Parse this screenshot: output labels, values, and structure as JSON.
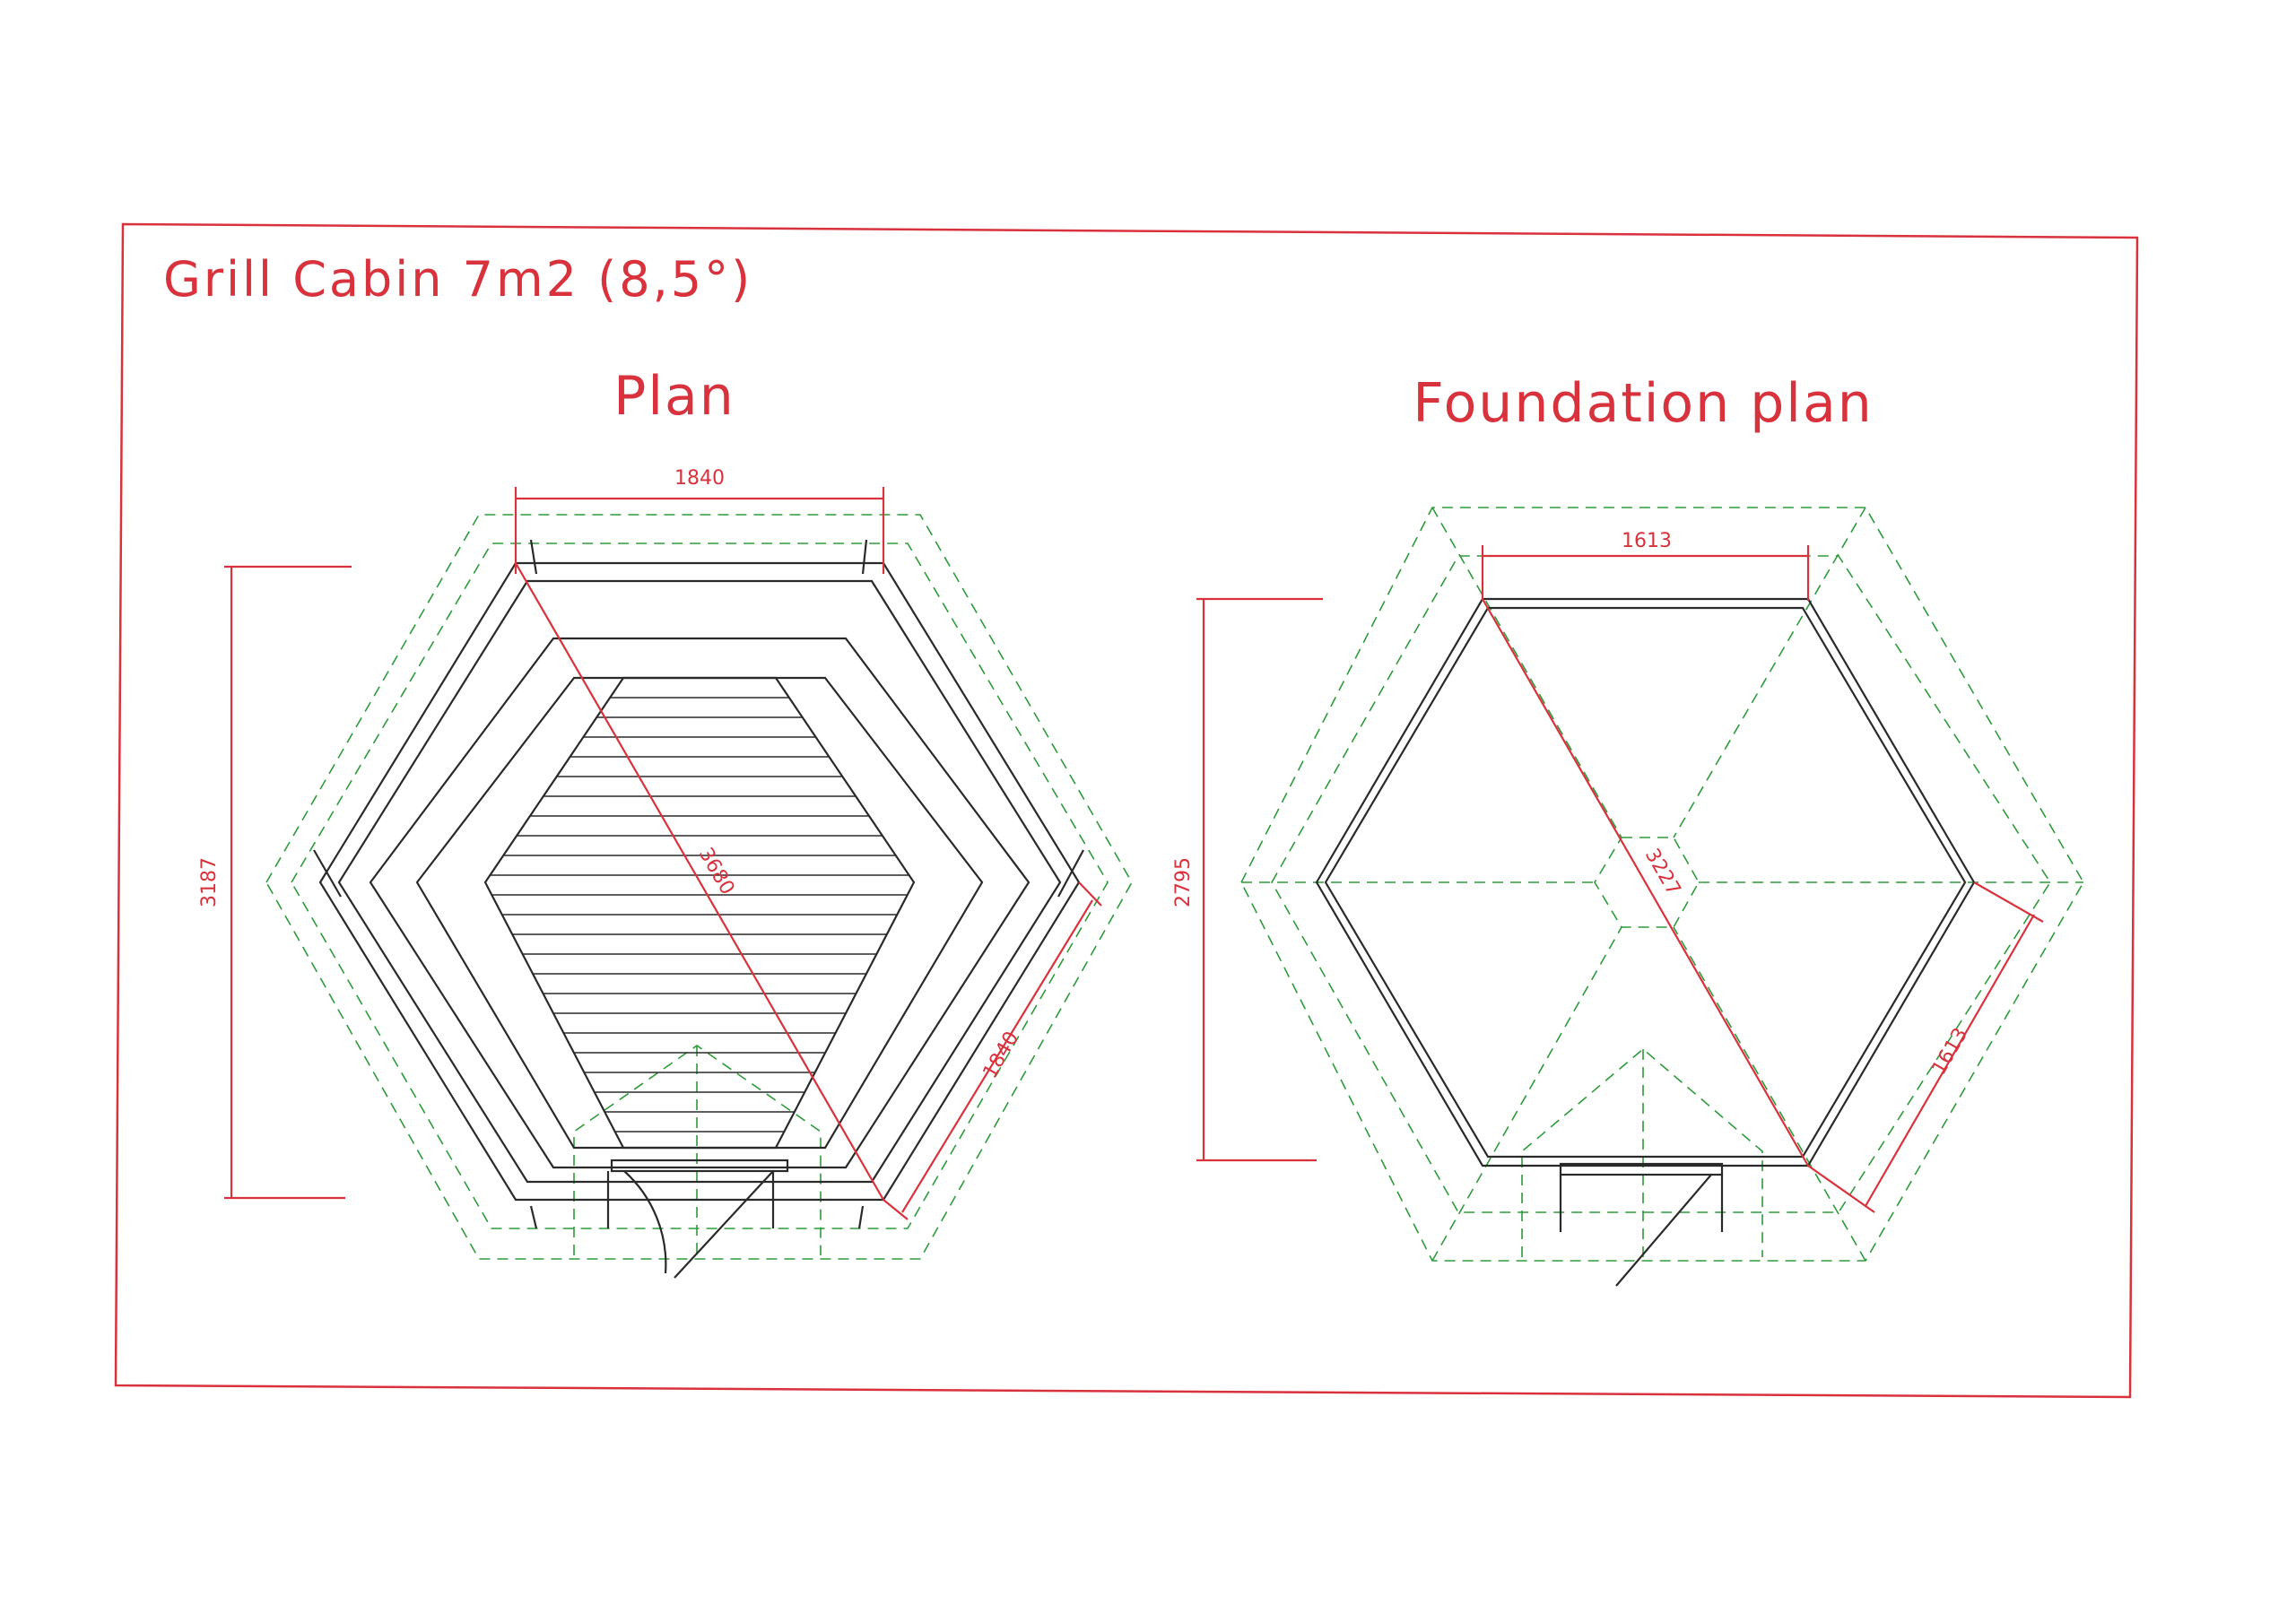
{
  "title": "Grill Cabin 7m2 (8,5°)",
  "plan": {
    "heading": "Plan",
    "dim_top": "1840",
    "dim_left": "3187",
    "dim_diagonal": "3680",
    "dim_side": "1840"
  },
  "foundation": {
    "heading": "Foundation plan",
    "dim_top": "1613",
    "dim_left": "2795",
    "dim_diagonal": "3227",
    "dim_side": "1613"
  },
  "colors": {
    "annotation_red": "#d8323d",
    "outline_dark": "#2a2a2a",
    "roof_green": "#2e9b3a"
  }
}
